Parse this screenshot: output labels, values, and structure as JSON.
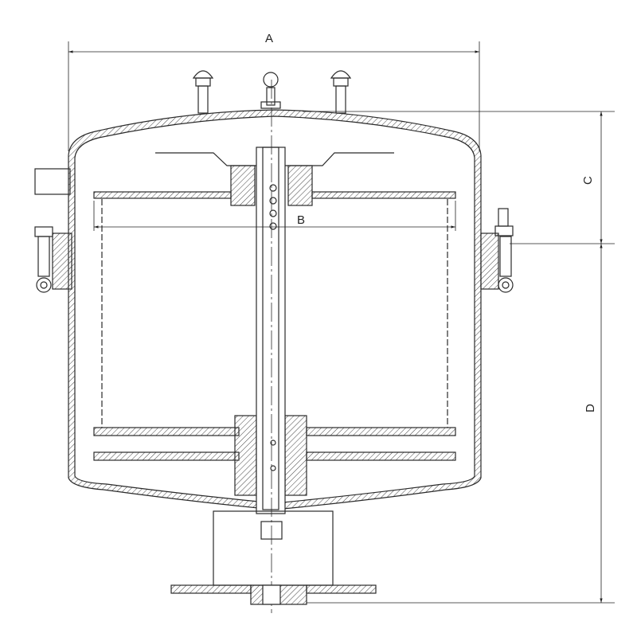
{
  "drawing": {
    "dimensions": {
      "a": "A",
      "b": "B",
      "c": "C",
      "d": "D"
    },
    "colors": {
      "line": "#2a2a2a",
      "hatch": "#444444",
      "background": "#ffffff"
    }
  }
}
